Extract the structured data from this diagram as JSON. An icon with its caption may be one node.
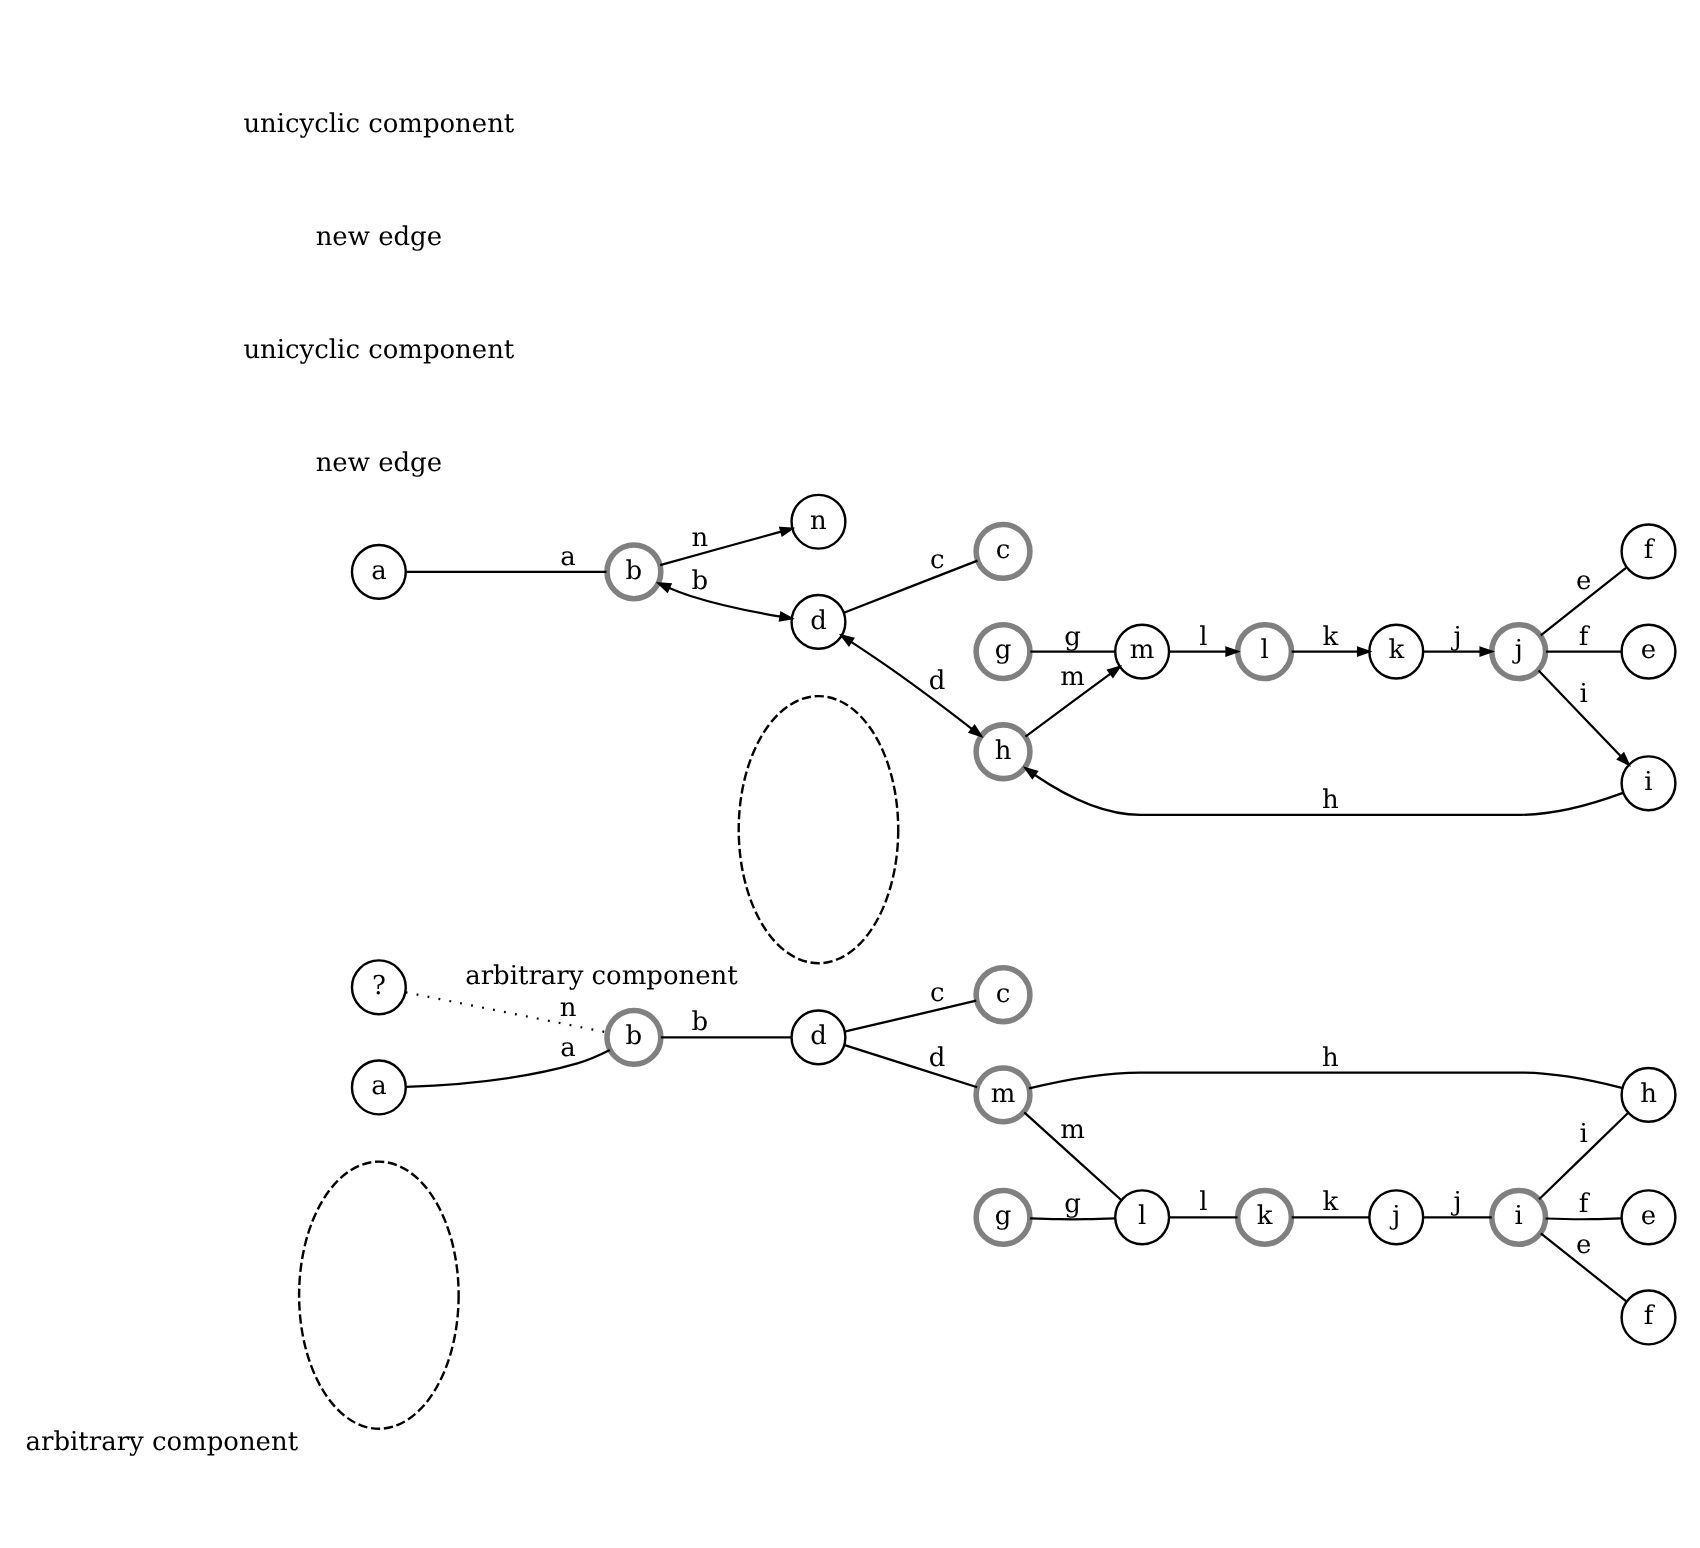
{
  "diagram": {
    "nodes": [
      {
        "text": [],
        "shape": "ellipse",
        "beside": [
          "arbitrary component"
        ]
      },
      {
        "text": [
          "?"
        ]
      },
      {
        "text": [
          "a"
        ]
      },
      {
        "text": [
          "b"
        ]
      },
      {
        "text": [
          "d"
        ]
      },
      {
        "text": [
          "c"
        ]
      },
      {
        "text": [
          "g"
        ]
      },
      {
        "text": [
          "l"
        ]
      },
      {
        "text": [
          "m"
        ]
      },
      {
        "text": [
          "k"
        ]
      },
      {
        "text": [
          "j"
        ]
      },
      {
        "text": [
          "h"
        ]
      },
      {
        "text": [
          "i"
        ]
      },
      {
        "text": [
          "e"
        ]
      },
      {
        "text": [
          "f"
        ]
      },
      {
        "text": [],
        "shape": "ellipse",
        "beside": [
          "arbitrary component"
        ]
      },
      {
        "text": [
          "n"
        ]
      },
      {
        "text": [
          "a"
        ]
      },
      {
        "text": [
          "b"
        ]
      },
      {
        "text": [
          "d"
        ]
      },
      {
        "text": [
          "c"
        ]
      },
      {
        "text": [
          "g"
        ]
      },
      {
        "text": [
          "m"
        ]
      },
      {
        "text": [
          "l"
        ]
      },
      {
        "text": [
          "h"
        ]
      },
      {
        "text": [
          "k"
        ]
      },
      {
        "text": [
          "j"
        ]
      },
      {
        "text": [
          "i"
        ]
      },
      {
        "text": [
          "e"
        ]
      },
      {
        "text": [
          "f"
        ]
      }
    ],
    "edges": [
      {
        "from": 1,
        "to": 3,
        "arrow": "none",
        "label": "n",
        "style": "dashed"
      },
      {
        "from": 2,
        "to": 3,
        "arrow": "none",
        "label": "a"
      },
      {
        "from": 3,
        "to": 4,
        "arrow": "none",
        "label": "b"
      },
      {
        "from": 4,
        "to": 5,
        "arrow": "none",
        "label": "c"
      },
      {
        "from": 4,
        "to": 8,
        "arrow": "none",
        "label": "d"
      },
      {
        "from": 8,
        "to": 7,
        "arrow": "none",
        "label": "m"
      },
      {
        "from": 6,
        "to": 7,
        "arrow": "none",
        "label": "g"
      },
      {
        "from": 7,
        "to": 9,
        "arrow": "none",
        "label": "l"
      },
      {
        "from": 9,
        "to": 10,
        "arrow": "none",
        "label": "k"
      },
      {
        "from": 10,
        "to": 12,
        "arrow": "none",
        "label": "j"
      },
      {
        "from": 12,
        "to": 13,
        "arrow": "none",
        "label": "f"
      },
      {
        "from": 12,
        "to": 14,
        "arrow": "none",
        "label": "e"
      },
      {
        "from": 12,
        "to": 11,
        "arrow": "none",
        "label": "i"
      },
      {
        "from": 11,
        "to": 8,
        "arrow": "none",
        "label": "h"
      },
      {
        "from": 18,
        "to": 16,
        "arrow": "to",
        "label": "n"
      },
      {
        "from": 17,
        "to": 18,
        "arrow": "none",
        "label": "a"
      },
      {
        "from": 18,
        "to": 19,
        "arrow": "both",
        "label": "b"
      },
      {
        "from": 19,
        "to": 20,
        "arrow": "none",
        "label": "c"
      },
      {
        "from": 19,
        "to": 24,
        "arrow": "both",
        "label": "d"
      },
      {
        "from": 24,
        "to": 22,
        "arrow": "to",
        "label": "m"
      },
      {
        "from": 21,
        "to": 22,
        "arrow": "none",
        "label": "g"
      },
      {
        "from": 22,
        "to": 23,
        "arrow": "to",
        "label": "l"
      },
      {
        "from": 23,
        "to": 25,
        "arrow": "to",
        "label": "k"
      },
      {
        "from": 25,
        "to": 26,
        "arrow": "to",
        "label": "j"
      },
      {
        "from": 26,
        "to": 28,
        "arrow": "none",
        "label": "f"
      },
      {
        "from": 26,
        "to": 29,
        "arrow": "none",
        "label": "e"
      },
      {
        "from": 26,
        "to": 27,
        "arrow": "to",
        "label": "i"
      },
      {
        "from": 27,
        "to": 24,
        "arrow": "to",
        "label": "h"
      }
    ],
    "labels": [
      "new edge",
      "unicyclic component",
      "new edge",
      "unicyclic component"
    ]
  }
}
